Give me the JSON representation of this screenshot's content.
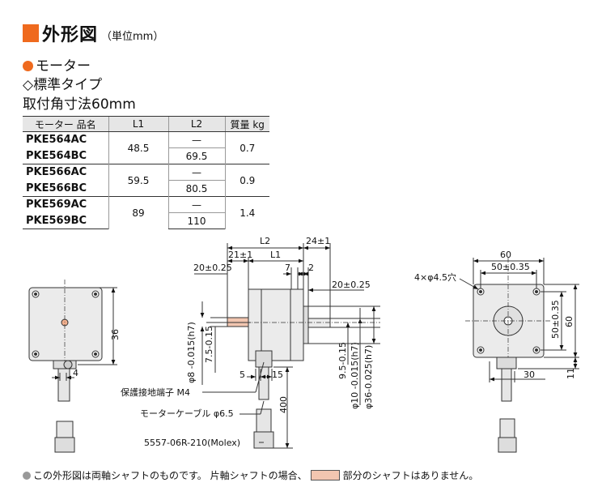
{
  "header": {
    "title": "外形図",
    "unit": "（単位mm）"
  },
  "section": {
    "motor": "モーター",
    "type": "◇標準タイプ",
    "mount": "取付角寸法60mm"
  },
  "table": {
    "headers": [
      "モーター 品名",
      "L1",
      "L2",
      "質量 kg"
    ],
    "groups": [
      {
        "models": [
          "PKE564AC",
          "PKE564BC"
        ],
        "l1": "48.5",
        "l2": [
          "—",
          "69.5"
        ],
        "mass": "0.7"
      },
      {
        "models": [
          "PKE566AC",
          "PKE566BC"
        ],
        "l1": "59.5",
        "l2": [
          "—",
          "80.5"
        ],
        "mass": "0.9"
      },
      {
        "models": [
          "PKE569AC",
          "PKE569BC"
        ],
        "l1": "89",
        "l2": [
          "—",
          "110"
        ],
        "mass": "1.4"
      }
    ]
  },
  "drawing": {
    "dim_36": "36",
    "dim_4": "4",
    "dim_l2": "L2",
    "dim_24": "24±1",
    "dim_21": "21±1",
    "dim_l1": "L1",
    "dim_20a": "20±0.25",
    "dim_7": "7",
    "dim_2": "2",
    "dim_20b": "20±0.25",
    "dim_phi8": "φ8 -0.015(h7)",
    "dim_7_5": "7.5-0.15",
    "dim_5": "5",
    "dim_15": "15",
    "dim_400": "400",
    "dim_9_5": "9.5-0.15",
    "dim_phi10": "φ10 -0.015(h7)",
    "dim_phi36": "φ36-0.025(h7)",
    "label_terminal": "保護接地端子 M4",
    "label_cable": "モーターケーブル φ6.5",
    "label_connector": "5557-06R-210(Molex)",
    "dim_60": "60",
    "dim_50w": "50±0.35",
    "label_holes": "4×φ4.5穴",
    "dim_50v": "50±0.35",
    "dim_60v": "60",
    "dim_30": "30",
    "dim_11": "11"
  },
  "note": {
    "before": "この外形図は両軸シャフトのものです。 片軸シャフトの場合、",
    "after": "部分のシャフトはありません。"
  }
}
